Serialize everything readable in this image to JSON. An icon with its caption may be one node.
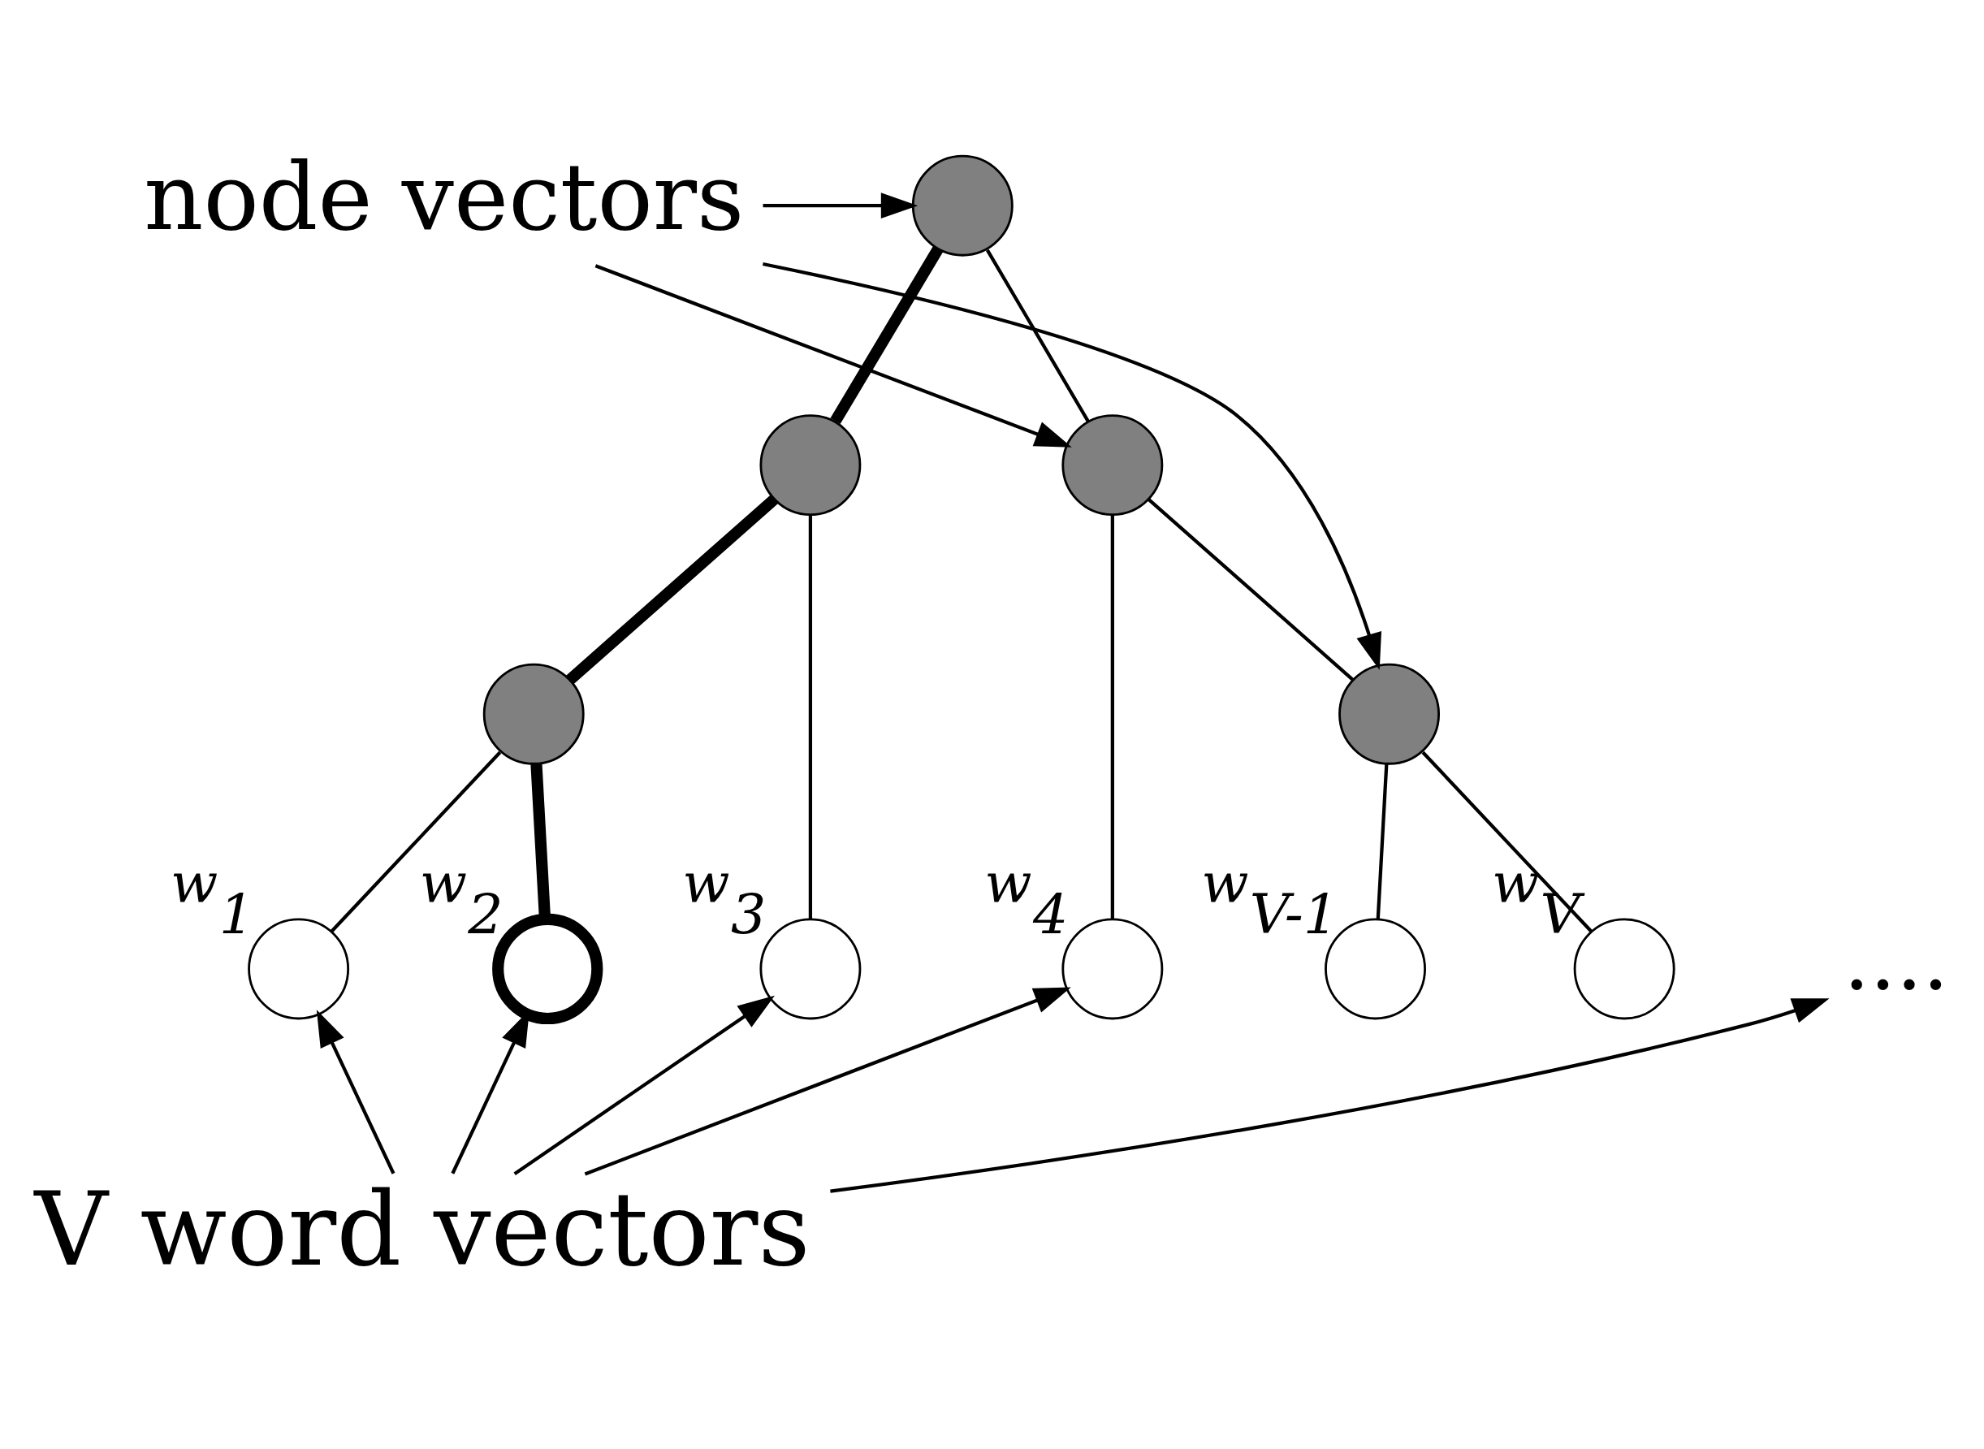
{
  "diagram": {
    "nodes": [
      {
        "text": [
          "node vectors"
        ]
      },
      {
        "text": [],
        "shape": "circle"
      },
      {
        "text": [],
        "shape": "circle"
      },
      {
        "text": [],
        "shape": "circle"
      },
      {
        "text": [],
        "shape": "circle"
      },
      {
        "text": [],
        "shape": "circle"
      },
      {
        "text": [],
        "shape": "circle",
        "beside": [
          "w$_{1}$"
        ]
      },
      {
        "text": [],
        "shape": "circle",
        "beside": [
          "w$_{2}$"
        ]
      },
      {
        "text": [],
        "shape": "circle",
        "beside": [
          "w$_{3}$"
        ]
      },
      {
        "text": [],
        "shape": "circle",
        "beside": [
          "w$_{4}$"
        ]
      },
      {
        "text": [
          "...."
        ]
      },
      {
        "text": [],
        "shape": "circle",
        "beside": [
          "w$_{V-1}$"
        ]
      },
      {
        "text": [],
        "shape": "circle",
        "beside": [
          "w$_{V}$"
        ]
      },
      {
        "text": [
          "V word vectors"
        ]
      }
    ],
    "edges": [
      {
        "from": 0,
        "to": 1,
        "arrow": "to"
      },
      {
        "from": 0,
        "to": 3,
        "arrow": "to"
      },
      {
        "from": 0,
        "to": 5,
        "arrow": "to"
      },
      {
        "from": 1,
        "to": 2,
        "arrow": "none",
        "style": "thick"
      },
      {
        "from": 1,
        "to": 3,
        "arrow": "none"
      },
      {
        "from": 2,
        "to": 4,
        "arrow": "none",
        "style": "thick"
      },
      {
        "from": 2,
        "to": 8,
        "arrow": "none"
      },
      {
        "from": 3,
        "to": 9,
        "arrow": "none"
      },
      {
        "from": 3,
        "to": 5,
        "arrow": "none"
      },
      {
        "from": 4,
        "to": 6,
        "arrow": "none"
      },
      {
        "from": 4,
        "to": 7,
        "arrow": "none",
        "style": "thick"
      },
      {
        "from": 5,
        "to": 11,
        "arrow": "none"
      },
      {
        "from": 5,
        "to": 12,
        "arrow": "none"
      },
      {
        "from": 13,
        "to": 6,
        "arrow": "to"
      },
      {
        "from": 13,
        "to": 7,
        "arrow": "to"
      },
      {
        "from": 13,
        "to": 8,
        "arrow": "to"
      },
      {
        "from": 13,
        "to": 9,
        "arrow": "to"
      },
      {
        "from": 13,
        "to": 10,
        "arrow": "to"
      }
    ]
  }
}
